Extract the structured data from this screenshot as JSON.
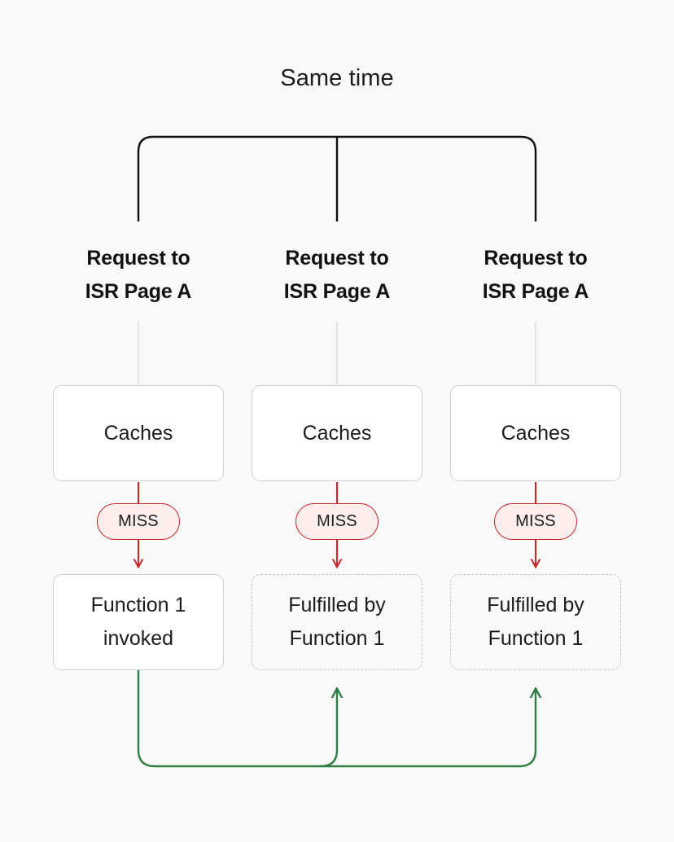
{
  "diagram": {
    "title": "Same time",
    "background_color": "#f9f9f9",
    "colors": {
      "bracket": "#111111",
      "miss_red": "#c8282c",
      "miss_fill": "#fdeeee",
      "green": "#2f7d43",
      "box_border": "#cfcfcf",
      "dashed_border": "#c4c4c4",
      "faint_line": "#e2e2e2",
      "text": "#1c1c1c"
    },
    "columns": [
      {
        "id": "col-1",
        "heading_line_1": "Request to",
        "heading_line_2": "ISR Page A",
        "cache_label": "Caches",
        "badge_label": "MISS",
        "result_line_1": "Function 1",
        "result_line_2": "invoked",
        "result_style": "solid"
      },
      {
        "id": "col-2",
        "heading_line_1": "Request to",
        "heading_line_2": "ISR Page A",
        "cache_label": "Caches",
        "badge_label": "MISS",
        "result_line_1": "Fulfilled by",
        "result_line_2": "Function 1",
        "result_style": "dashed"
      },
      {
        "id": "col-3",
        "heading_line_1": "Request to",
        "heading_line_2": "ISR Page A",
        "cache_label": "Caches",
        "badge_label": "MISS",
        "result_line_1": "Fulfilled by",
        "result_line_2": "Function 1",
        "result_style": "dashed"
      }
    ]
  }
}
